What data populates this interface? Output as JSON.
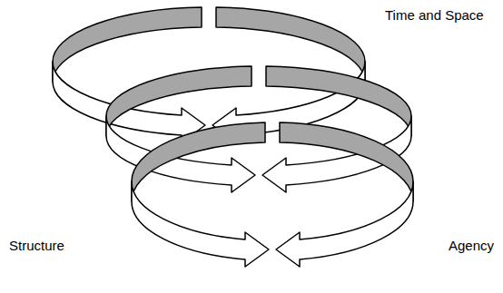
{
  "diagram": {
    "labels": [
      "Time and Space",
      "Structure",
      "Agency"
    ]
  }
}
